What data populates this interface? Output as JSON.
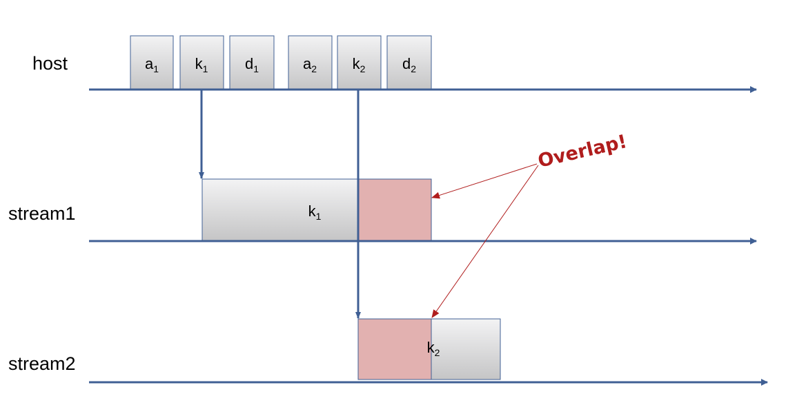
{
  "rows": [
    {
      "label": "host"
    },
    {
      "label": "stream1"
    },
    {
      "label": "stream2"
    }
  ],
  "host_ops": [
    {
      "base": "a",
      "sub": "1"
    },
    {
      "base": "k",
      "sub": "1"
    },
    {
      "base": "d",
      "sub": "1"
    },
    {
      "base": "a",
      "sub": "2"
    },
    {
      "base": "k",
      "sub": "2"
    },
    {
      "base": "d",
      "sub": "2"
    }
  ],
  "kernels": [
    {
      "base": "k",
      "sub": "1"
    },
    {
      "base": "k",
      "sub": "2"
    }
  ],
  "annotation": {
    "text": "Overlap!"
  },
  "colors": {
    "line": "#3f5f94",
    "overlap_fill": "#e2b1b0",
    "annotation": "#b01d1d"
  }
}
